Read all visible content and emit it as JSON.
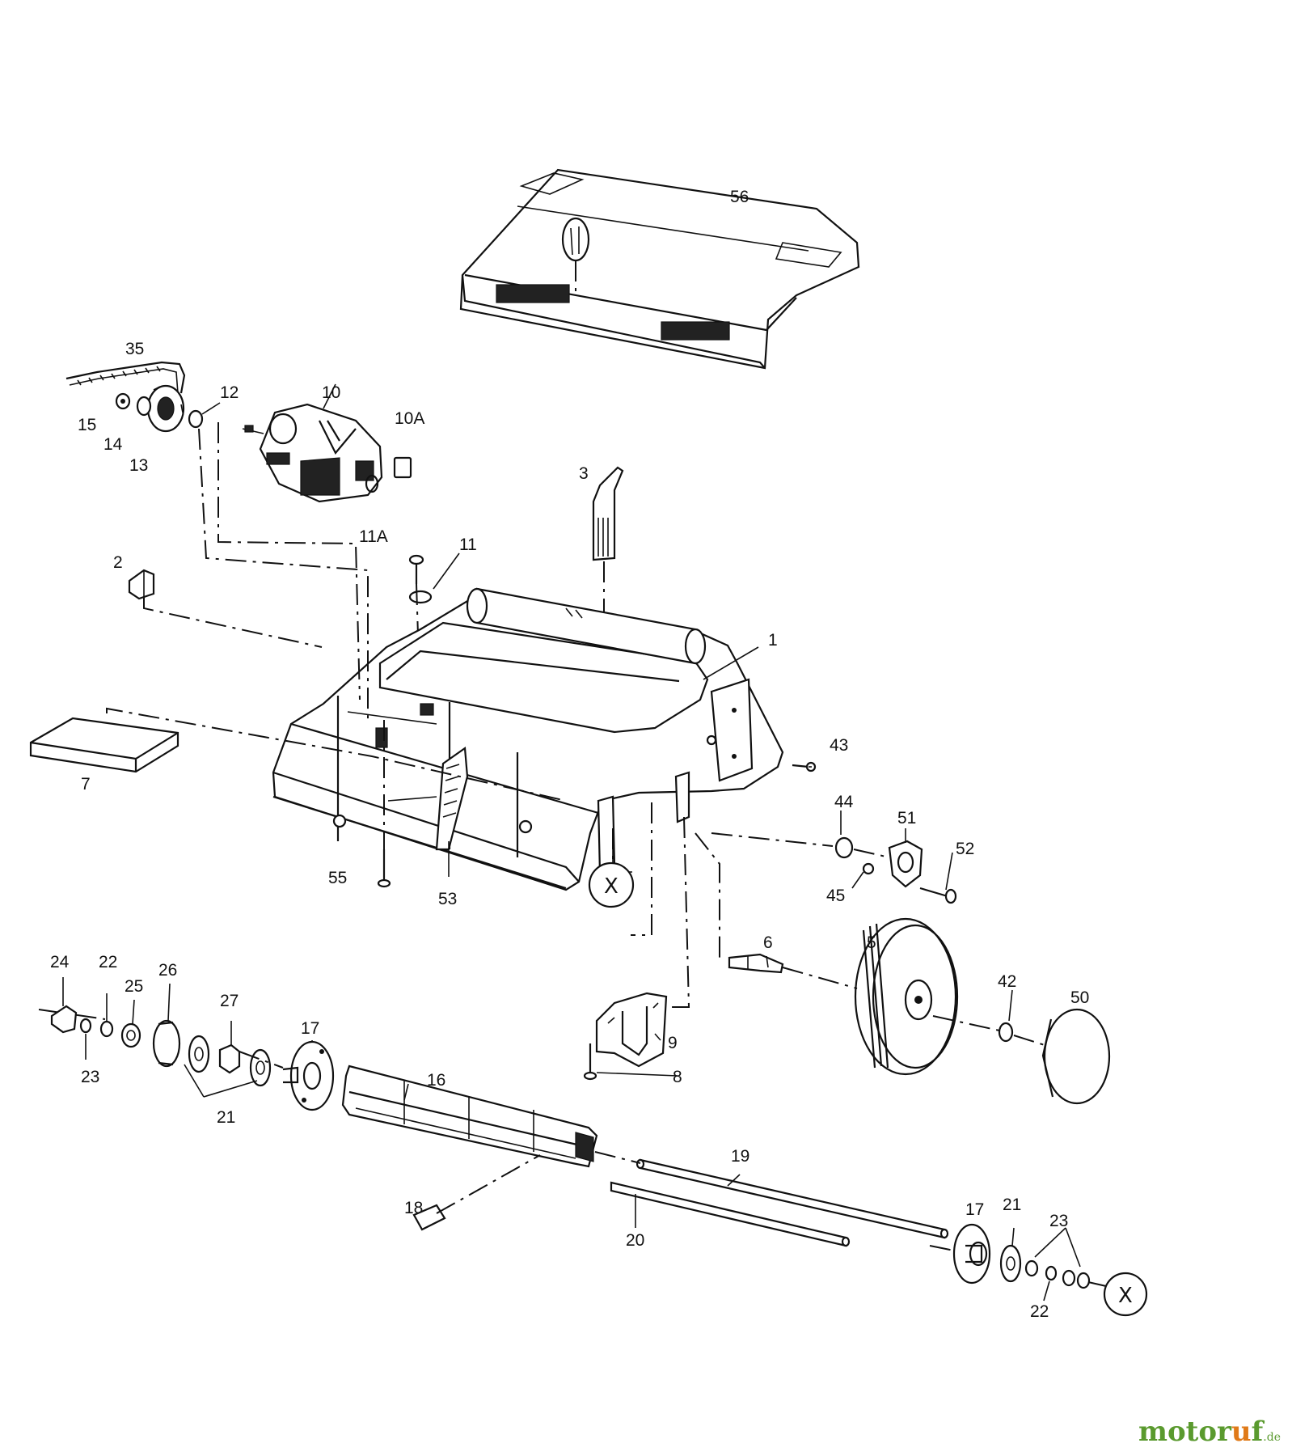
{
  "parts": {
    "p1": "1",
    "p2": "2",
    "p3": "3",
    "p5": "5",
    "p6": "6",
    "p7": "7",
    "p8": "8",
    "p9": "9",
    "p10": "10",
    "p10a": "10A",
    "p11": "11",
    "p11a": "11A",
    "p12": "12",
    "p13": "13",
    "p14": "14",
    "p15": "15",
    "p16": "16",
    "p17a": "17",
    "p17b": "17",
    "p18": "18",
    "p19": "19",
    "p20": "20",
    "p21a": "21",
    "p21b": "21",
    "p22a": "22",
    "p22b": "22",
    "p23a": "23",
    "p23b": "23",
    "p24": "24",
    "p25": "25",
    "p26": "26",
    "p27": "27",
    "p35": "35",
    "p42": "42",
    "p43": "43",
    "p44": "44",
    "p45": "45",
    "p50": "50",
    "p51": "51",
    "p52": "52",
    "p53": "53",
    "p55": "55",
    "p56": "56"
  },
  "connector_marker": "X",
  "watermark": {
    "part1": "motor",
    "part2": "u",
    "part3": "f",
    "suffix": ".de"
  }
}
